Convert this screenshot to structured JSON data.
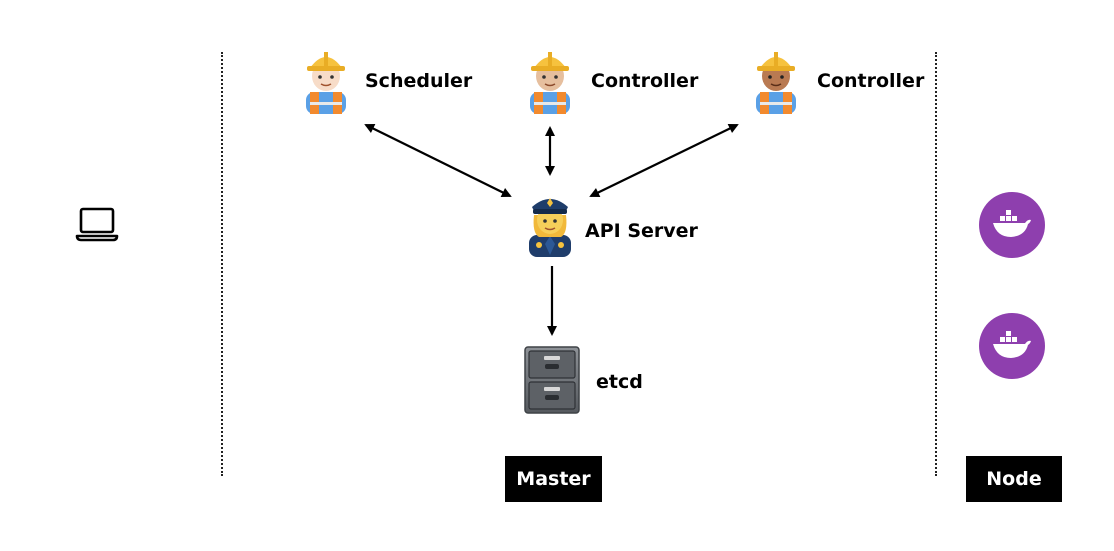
{
  "nodes": {
    "scheduler": "Scheduler",
    "controller_1": "Controller",
    "controller_2": "Controller",
    "api_server": "API Server",
    "etcd": "etcd"
  },
  "regions": {
    "master": "Master",
    "node": "Node"
  },
  "icons": {
    "client": "laptop-icon",
    "scheduler": "construction-worker-icon",
    "controller_1": "construction-worker-icon",
    "controller_2": "construction-worker-icon",
    "api_server": "police-officer-icon",
    "etcd": "file-cabinet-icon",
    "container_1": "docker-whale-icon",
    "container_2": "docker-whale-icon"
  },
  "colors": {
    "docker_purple": "#8e3fae",
    "hardhat_yellow": "#f6c23e",
    "vest_orange": "#f28a2e",
    "police_navy": "#1f3d6b",
    "cabinet_gray": "#6b6f75"
  }
}
